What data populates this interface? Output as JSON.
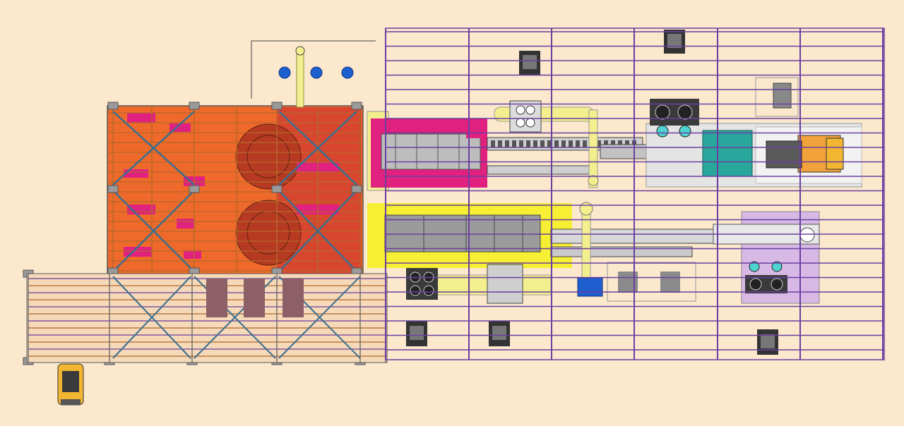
{
  "drawing": {
    "type": "plant layout top view (CAD)",
    "background": "#fbe8cd",
    "labels": [],
    "colors": {
      "background": "#fbe8cd",
      "rail_purple": "#6b3fa0",
      "rail_brown": "#b5682a",
      "building_orange": "#ef6a2a",
      "building_red": "#d94630",
      "conveyor_magenta": "#e0217f",
      "conveyor_yellow": "#f6ef33",
      "pipe_yellow": "#f4ef8e",
      "machine_gray": "#b7b7b7",
      "tank_blue": "#1e5fd0",
      "motor_teal": "#2aa79d",
      "equipment_lilac": "#d8b9e6",
      "vehicle_yellow": "#f2b632"
    },
    "icons": [
      "steel-frame-building",
      "storage-tank-icon",
      "rotary-kiln",
      "conveyor-belt",
      "pump-unit-icon",
      "fan-unit-icon",
      "control-cabinet-icon",
      "wheel-loader-vehicle",
      "forklift-vehicle"
    ]
  }
}
